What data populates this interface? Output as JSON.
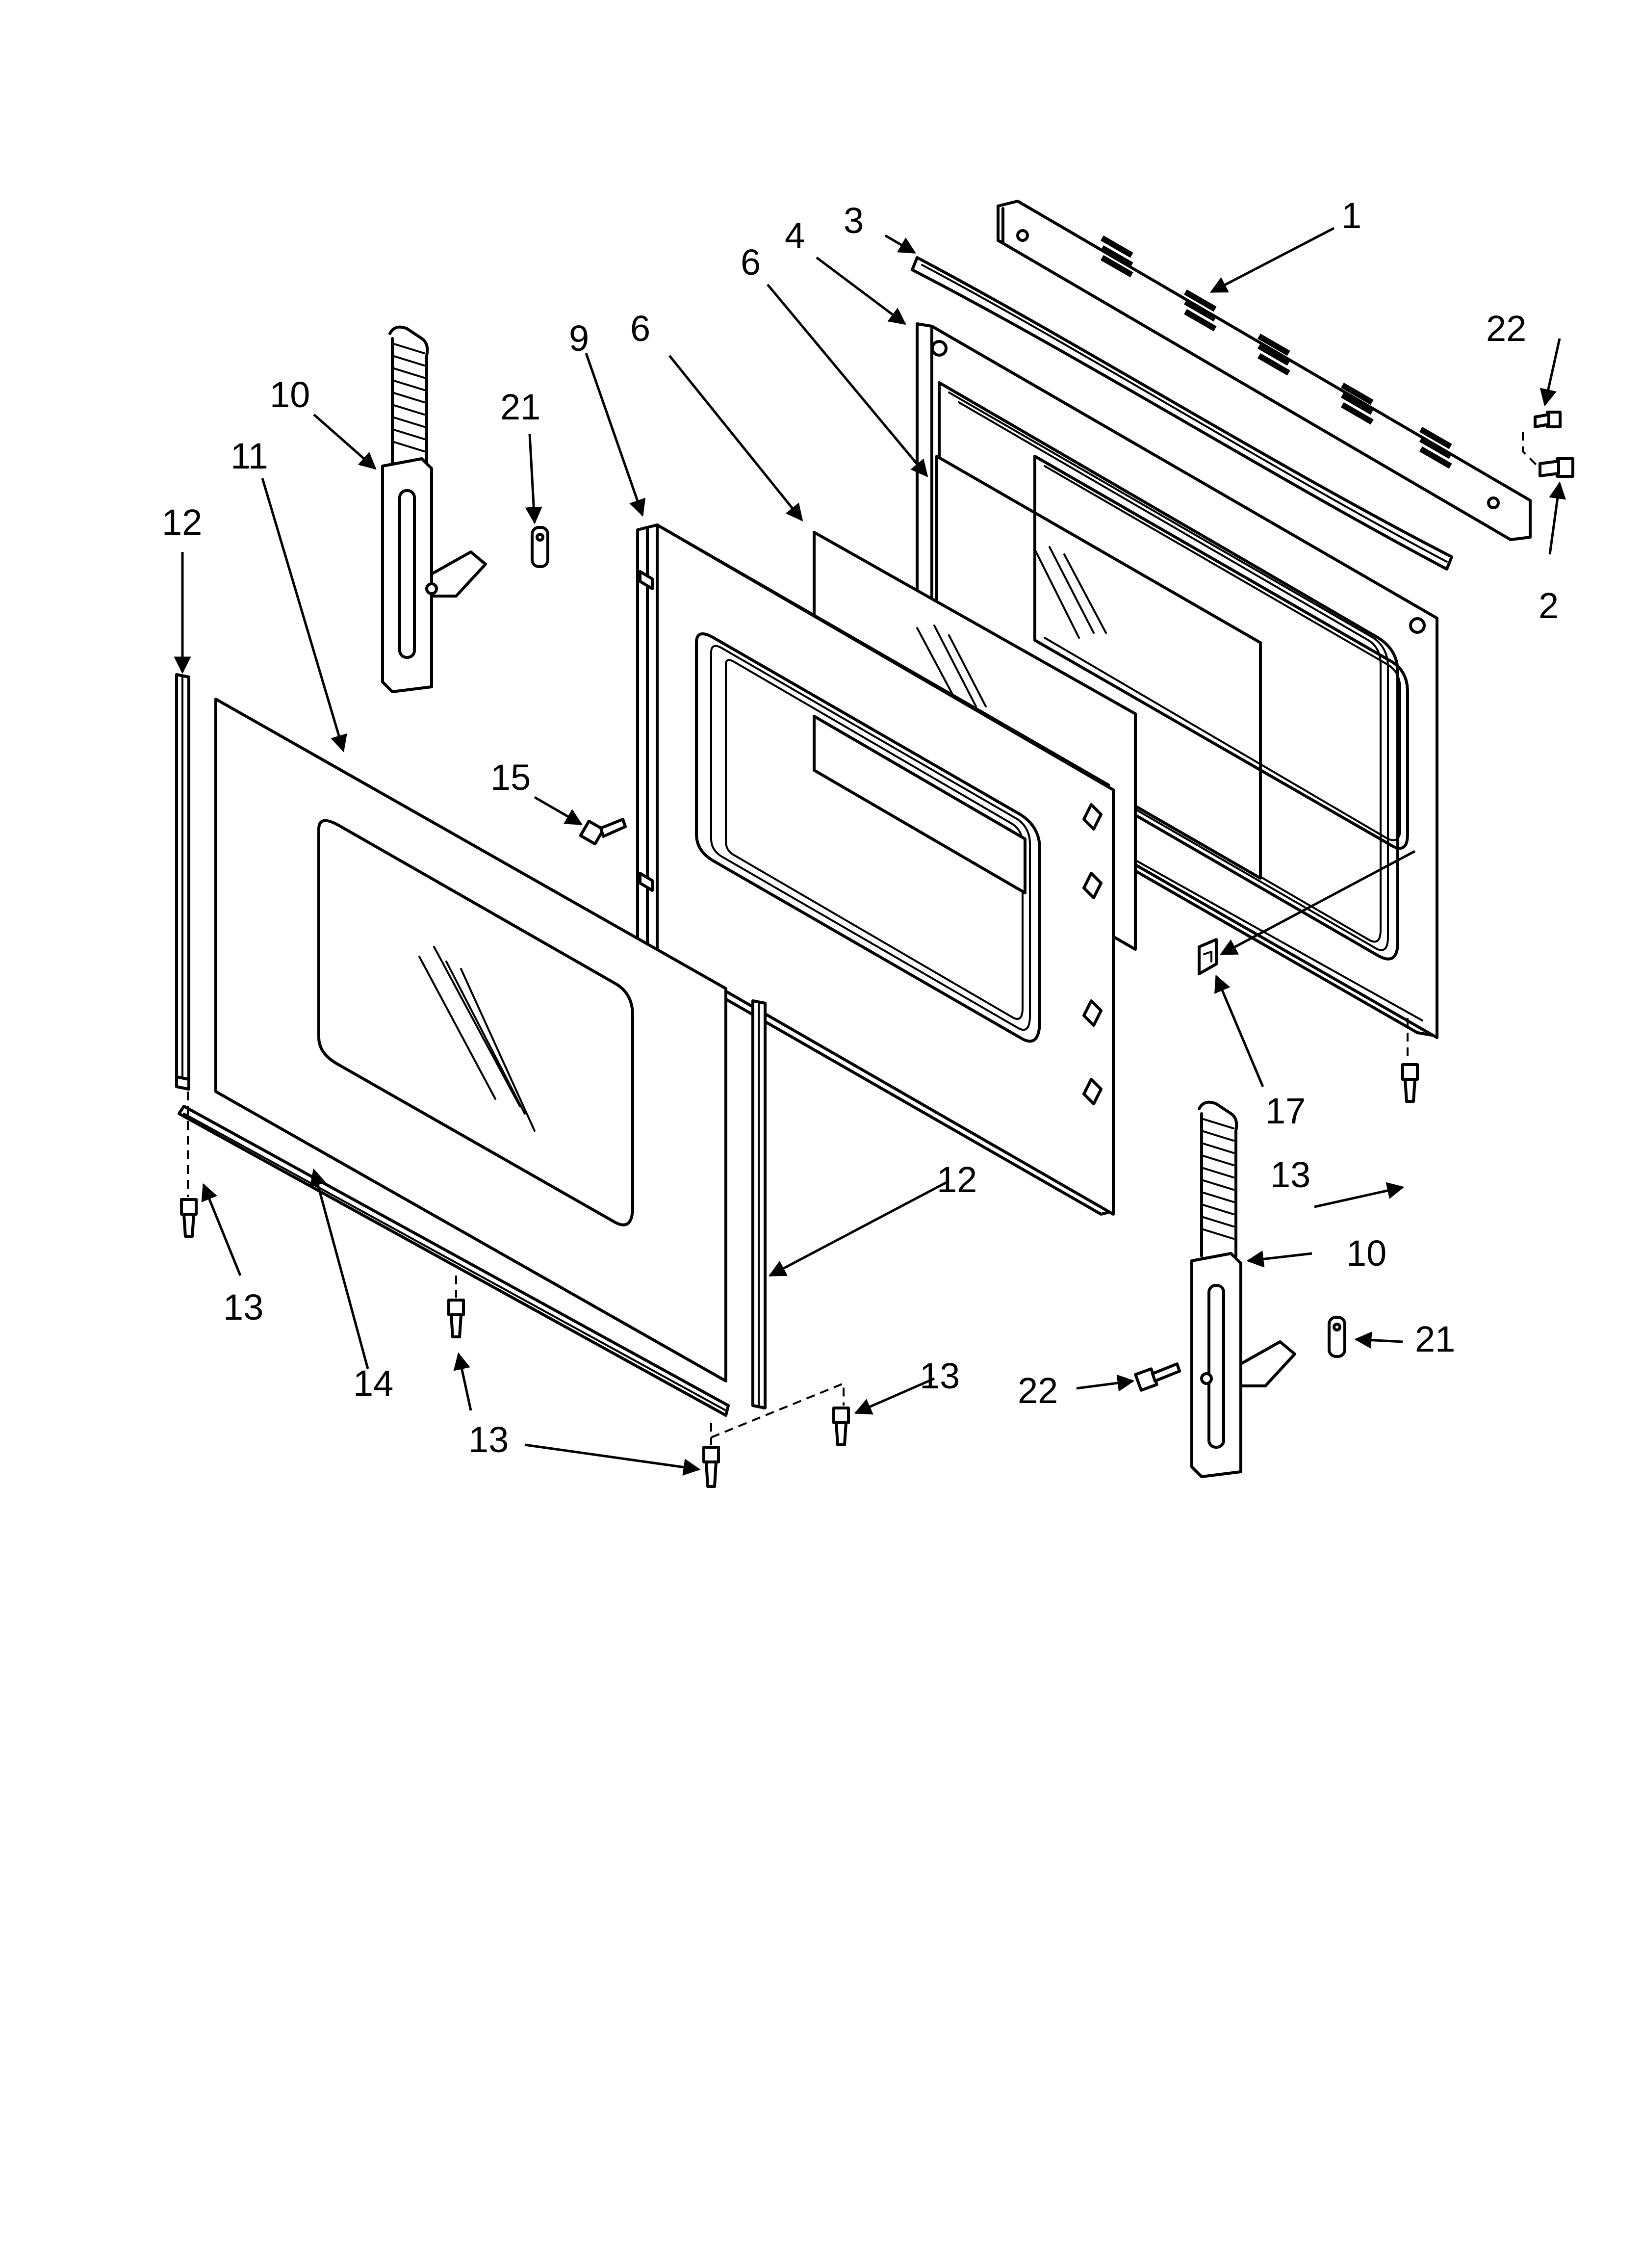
{
  "diagram": {
    "callouts": [
      {
        "id": "c1",
        "text": "1"
      },
      {
        "id": "c2",
        "text": "2"
      },
      {
        "id": "c3",
        "text": "3"
      },
      {
        "id": "c4",
        "text": "4"
      },
      {
        "id": "c6a",
        "text": "6"
      },
      {
        "id": "c6b",
        "text": "6"
      },
      {
        "id": "c9",
        "text": "9"
      },
      {
        "id": "c10a",
        "text": "10"
      },
      {
        "id": "c10b",
        "text": "10"
      },
      {
        "id": "c11",
        "text": "11"
      },
      {
        "id": "c12a",
        "text": "12"
      },
      {
        "id": "c12b",
        "text": "12"
      },
      {
        "id": "c13a",
        "text": "13"
      },
      {
        "id": "c13b",
        "text": "13"
      },
      {
        "id": "c13c",
        "text": "13"
      },
      {
        "id": "c13d",
        "text": "13"
      },
      {
        "id": "c14",
        "text": "14"
      },
      {
        "id": "c15",
        "text": "15"
      },
      {
        "id": "c17",
        "text": "17"
      },
      {
        "id": "c21a",
        "text": "21"
      },
      {
        "id": "c21b",
        "text": "21"
      },
      {
        "id": "c22a",
        "text": "22"
      },
      {
        "id": "c22b",
        "text": "22"
      }
    ]
  }
}
